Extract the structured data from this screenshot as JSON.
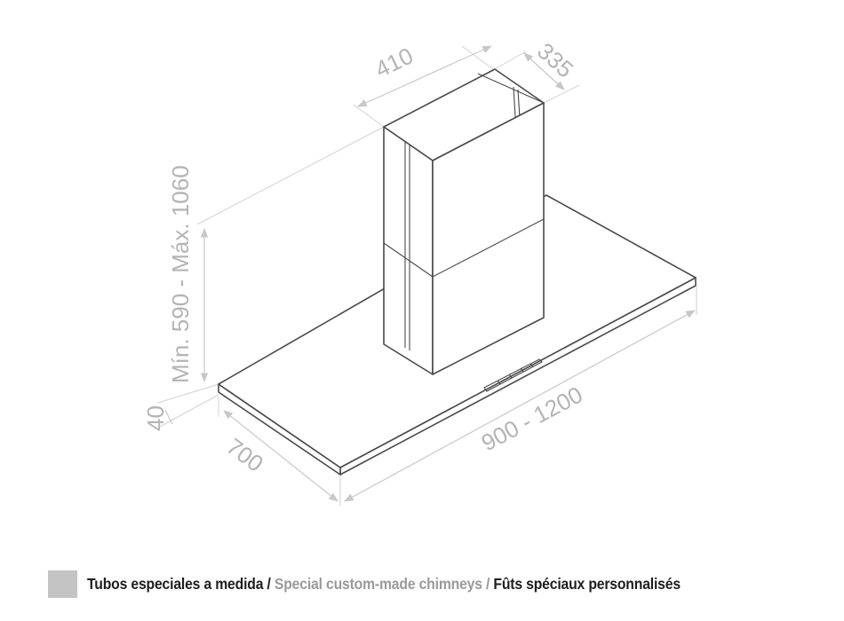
{
  "dimensions": {
    "chimney_width": "410",
    "chimney_depth": "335",
    "height_range": "Mín. 590 - Máx. 1060",
    "hood_thickness": "40",
    "hood_depth": "700",
    "hood_width": "900 - 1200"
  },
  "legend": {
    "swatch_color": "#c4c4c4",
    "spanish": "Tubos especiales a medida /",
    "english": "Special custom-made chimneys /",
    "french": "Fûts spéciaux personnalisés"
  },
  "colors": {
    "outline": "#4a4a4a",
    "dimension": "#c8c8c8",
    "dimension_text": "#b4b4b4"
  }
}
